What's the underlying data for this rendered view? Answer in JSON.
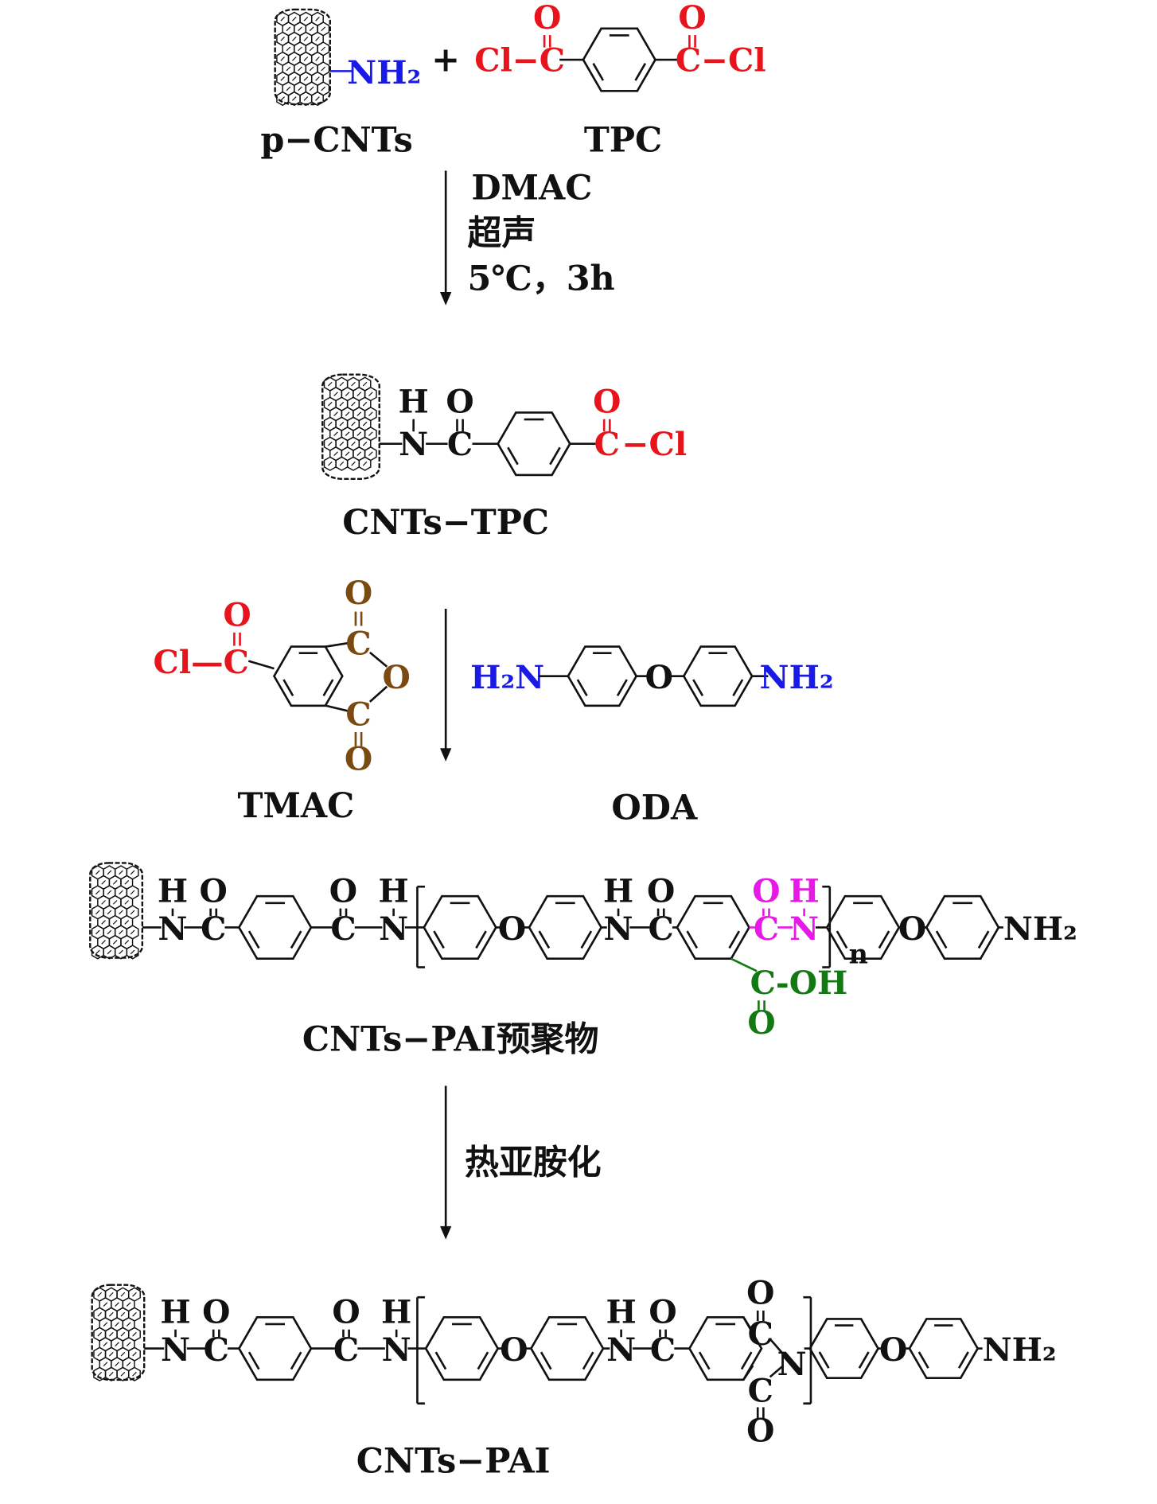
{
  "colors": {
    "black": "#111111",
    "red": "#e8141c",
    "blue": "#1a1ae6",
    "brown": "#7a4a10",
    "magenta": "#e619e6",
    "green": "#137a13"
  },
  "labels": {
    "pcnts": "p−CNTs",
    "tpc": "TPC",
    "cnts_tpc": "CNTs−TPC",
    "tmac": "TMAC",
    "oda": "ODA",
    "prepolymer": "CNTs−PAI预聚物",
    "final": "CNTs−PAI"
  },
  "conditions": {
    "step1": [
      "DMAC",
      "超声",
      "5℃，3h"
    ],
    "step3": "热亚胺化"
  },
  "atoms": {
    "row1": [
      "NH₂",
      "+",
      "Cl−C",
      "O",
      "C−Cl",
      "O"
    ],
    "row2": [
      "H",
      "N",
      "O",
      "C",
      "O",
      "C",
      "−Cl"
    ],
    "row3": [
      "Cl—C",
      "O",
      "C",
      "O",
      "O",
      "C",
      "O",
      "H₂N",
      "O",
      "NH₂"
    ],
    "row4": [
      "H",
      "N",
      "O",
      "C",
      "O",
      "C",
      "H",
      "N",
      "O",
      "H",
      "N",
      "O",
      "C",
      "O",
      "C",
      "H",
      "N",
      "O",
      "NH₂",
      "C-OH",
      "O",
      "n"
    ],
    "row5": [
      "H",
      "N",
      "O",
      "C",
      "O",
      "C",
      "H",
      "N",
      "O",
      "H",
      "N",
      "O",
      "C",
      "O",
      "C",
      "N",
      "C",
      "O",
      "O",
      "NH₂"
    ]
  }
}
